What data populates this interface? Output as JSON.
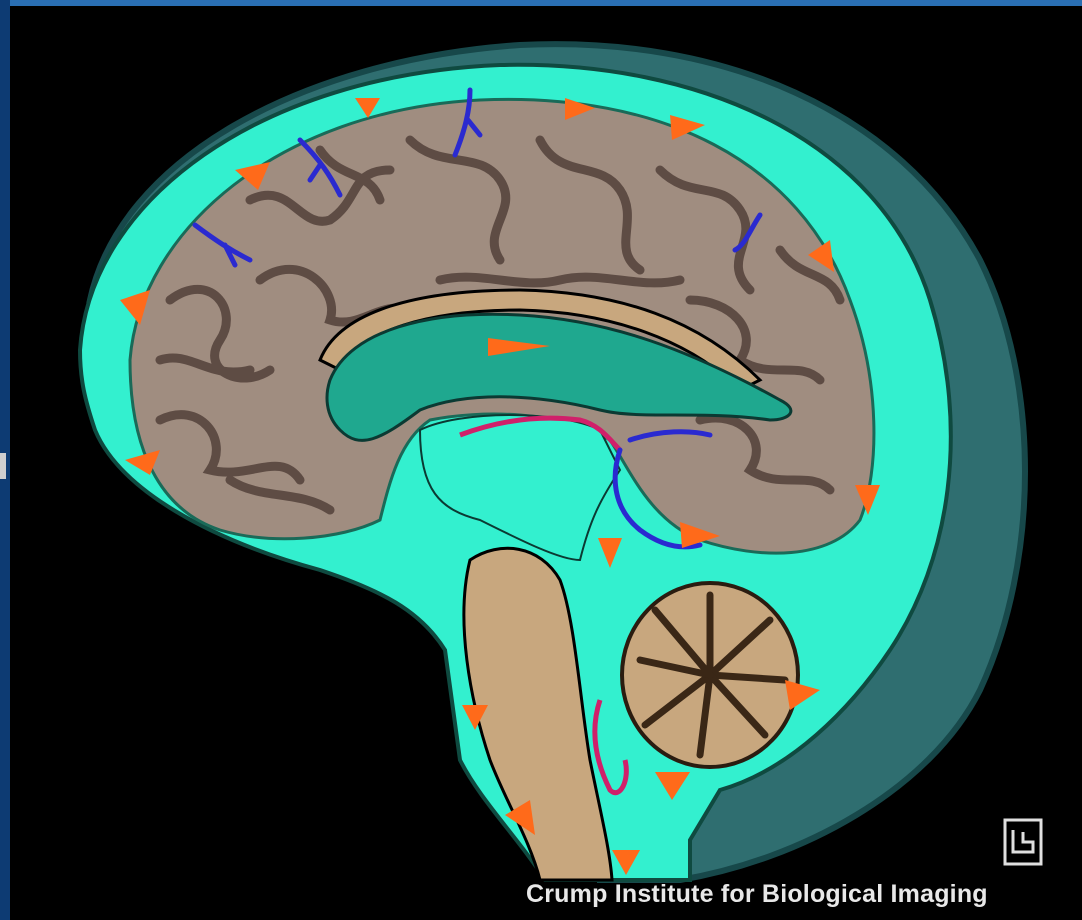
{
  "credit_text": "Crump Institute for Biological Imaging",
  "colors": {
    "background": "#000000",
    "csf": "#33f0cf",
    "brain_tissue": "#a08d80",
    "sulci": "#5e4c44",
    "skull": "#2f6e70",
    "ventricle": "#1fa88f",
    "flow_arrow": "#ff6a1a",
    "vessel": "#2a2ad0",
    "choroid": "#d0206a",
    "corpus_callosum": "#c8a77e"
  },
  "icons": [
    "csf-flow-arrow",
    "blood-vessel",
    "institute-logo"
  ]
}
